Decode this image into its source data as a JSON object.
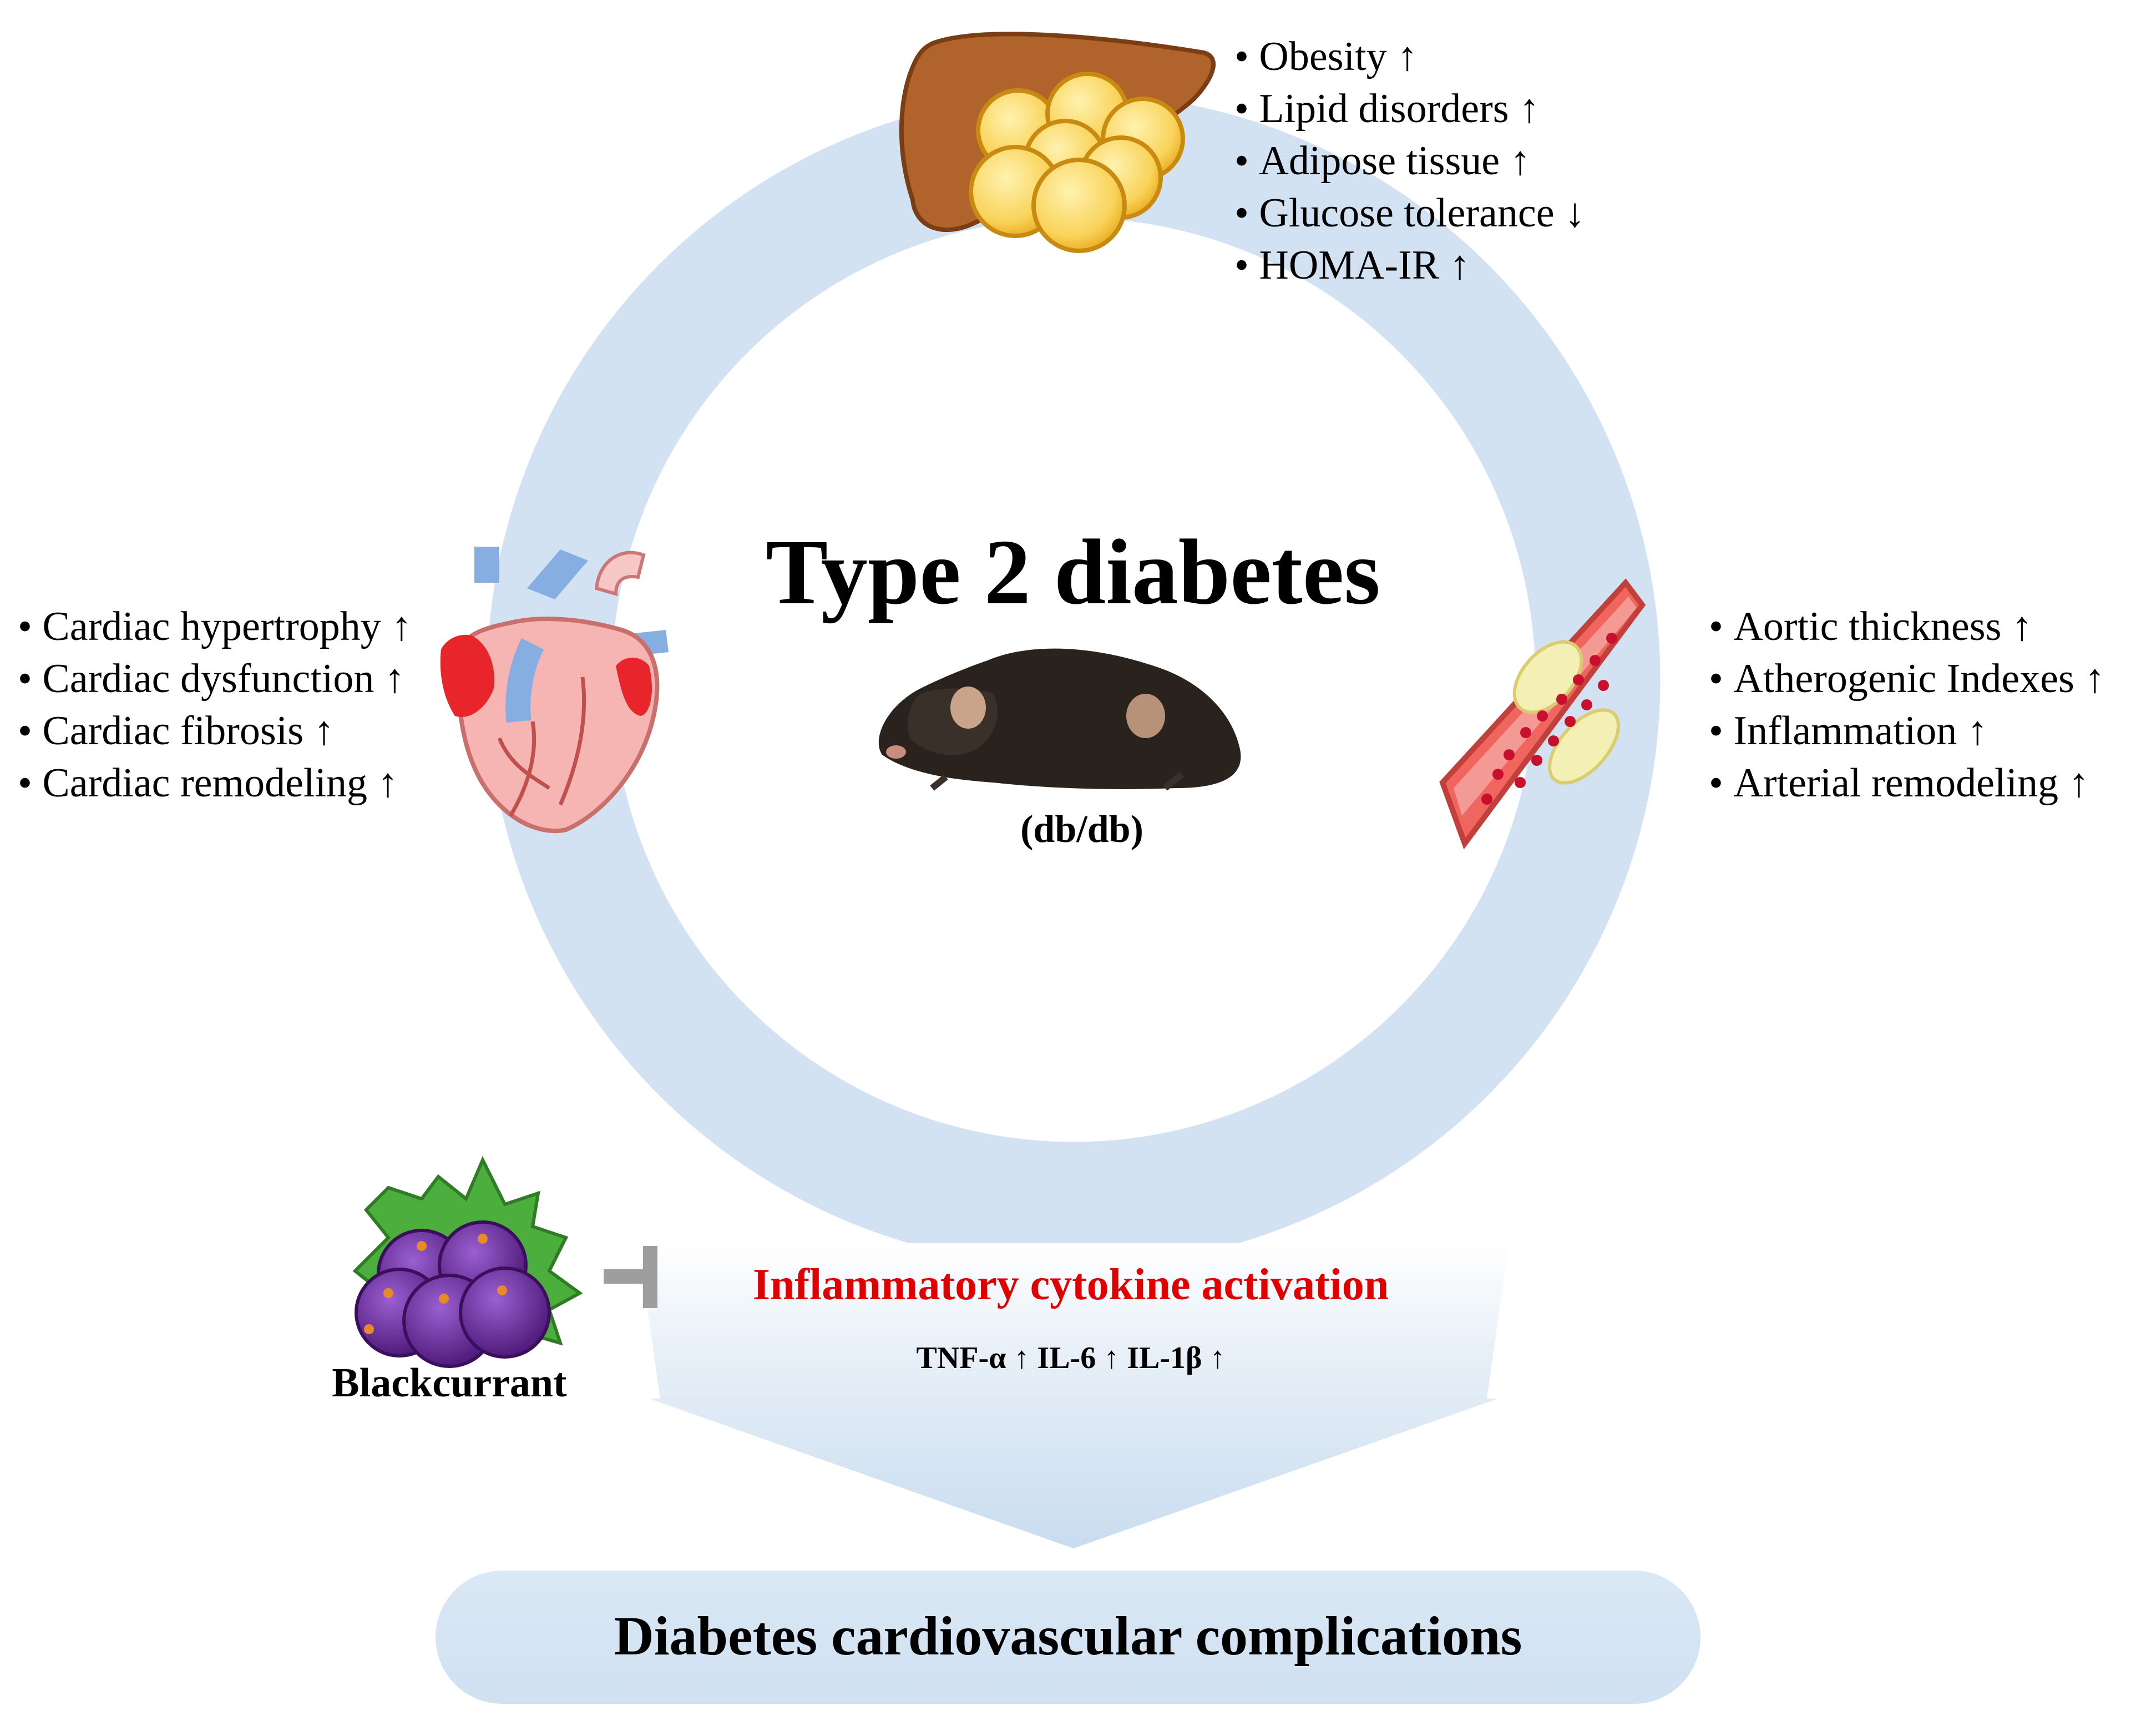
{
  "title": "Type 2 diabetes",
  "model_label": "(db/db)",
  "liver_effects": [
    "Obesity ↑",
    "Lipid disorders ↑",
    "Adipose tissue ↑",
    "Glucose tolerance ↓",
    "HOMA-IR ↑"
  ],
  "heart_effects": [
    "Cardiac hypertrophy ↑",
    "Cardiac dysfunction ↑",
    "Cardiac fibrosis ↑",
    "Cardiac remodeling ↑"
  ],
  "artery_effects": [
    "Aortic thickness ↑",
    "Atherogenic Indexes ↑",
    "Inflammation ↑",
    "Arterial remodeling ↑"
  ],
  "inhibitor_label": "Blackcurrant",
  "pathway_label": "Inflammatory cytokine activation",
  "cytokines": "TNF-α ↑   IL-6 ↑   IL-1β ↑",
  "outcome_label": "Diabetes cardiovascular complications",
  "colors": {
    "ring": "#d3e2f2",
    "pathway_text": "#e00000",
    "liver": "#b0632a",
    "fat": "#f7cd4a",
    "heart": "#f6b5b3",
    "heart_red": "#e8252a",
    "vessel_blue": "#86aee0",
    "artery": "#f0655e",
    "berry": "#6a2a9a",
    "leaf": "#4cae3c"
  },
  "icons": [
    "liver-icon",
    "heart-icon",
    "artery-icon",
    "mouse-icon",
    "blackcurrant-icon",
    "inhibition-icon",
    "down-arrow-icon"
  ]
}
